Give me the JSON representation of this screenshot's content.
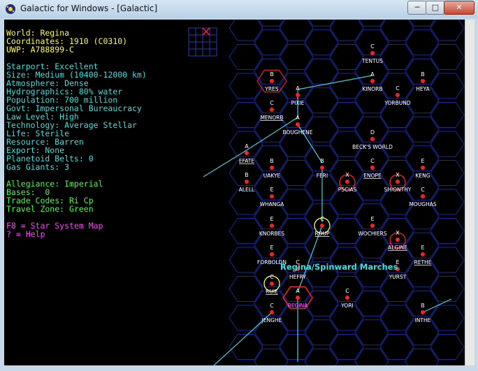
{
  "window": {
    "title": "Galactic for Windows - [Galactic]",
    "controls": {
      "minimize": "─",
      "maximize": "□",
      "close": "✕"
    }
  },
  "info": {
    "world": "World: Regina",
    "coordinates": "Coordinates: 1910 (C0310)",
    "uwp": "UWP: A788899-C",
    "starport": "Starport: Excellent",
    "size": "Size: Medium (10400-12000 km)",
    "atmosphere": "Atmosphere: Dense",
    "hydrographics": "Hydrographics: 80% water",
    "population": "Population: 700 million",
    "govt": "Govt: Impersonal Bureaucracy",
    "law": "Law Level: High",
    "technology": "Technology: Average Stellar",
    "life": "Life: Sterile",
    "resource": "Resource: Barren",
    "export": "Export: None",
    "belts": "Planetoid Belts: 0",
    "giants": "Gas Giants: 3",
    "allegiance": "Allegiance: Imperial",
    "bases": "Bases:  0",
    "trade": "Trade Codes: Ri Cp",
    "zone": "Travel Zone: Green",
    "help1": "F8 = Star System Map",
    "help2": "? = Help"
  },
  "map": {
    "region_label": "Regina/Spinward Marches",
    "colors": {
      "hex": "#1a2a9a",
      "world": "#ff2020",
      "label": "#ffffff",
      "route": "#40d0e0",
      "amber": "#ff2020"
    },
    "worlds": [
      {
        "name": "TENTUS",
        "port": "C",
        "underline": false,
        "mark": "none"
      },
      {
        "name": "YRES",
        "port": "B",
        "underline": false,
        "mark": "amber"
      },
      {
        "name": "KINORB",
        "port": "A",
        "underline": false,
        "mark": "none"
      },
      {
        "name": "HEYA",
        "port": "B",
        "underline": false,
        "mark": "none"
      },
      {
        "name": "PIXIE",
        "port": "A",
        "underline": false,
        "mark": "none"
      },
      {
        "name": "YORBUND",
        "port": "C",
        "underline": false,
        "mark": "none"
      },
      {
        "name": "MENORB",
        "port": "C",
        "underline": true,
        "mark": "none"
      },
      {
        "name": "BOUGHENE",
        "port": "A",
        "underline": false,
        "mark": "none"
      },
      {
        "name": "BECK'S WORLD",
        "port": "D",
        "underline": false,
        "mark": "none"
      },
      {
        "name": "EFATE",
        "port": "A",
        "underline": true,
        "mark": "none"
      },
      {
        "name": "UAKYE",
        "port": "B",
        "underline": false,
        "mark": "none"
      },
      {
        "name": "FERI",
        "port": "B",
        "underline": false,
        "mark": "none"
      },
      {
        "name": "ENOPE",
        "port": "C",
        "underline": true,
        "mark": "none"
      },
      {
        "name": "KENG",
        "port": "E",
        "underline": false,
        "mark": "none"
      },
      {
        "name": "ALELL",
        "port": "B",
        "underline": false,
        "mark": "none"
      },
      {
        "name": "PSCIAS",
        "port": "X",
        "underline": false,
        "mark": "red"
      },
      {
        "name": "SHIONTHY",
        "port": "X",
        "underline": false,
        "mark": "red"
      },
      {
        "name": "WHANGA",
        "port": "E",
        "underline": false,
        "mark": "none"
      },
      {
        "name": "MOUGHAS",
        "port": "C",
        "underline": false,
        "mark": "none"
      },
      {
        "name": "KNORBES",
        "port": "E",
        "underline": false,
        "mark": "none"
      },
      {
        "name": "ROUP",
        "port": "C",
        "underline": true,
        "mark": "gas"
      },
      {
        "name": "WOCHIERS",
        "port": "E",
        "underline": false,
        "mark": "none"
      },
      {
        "name": "ALGINE",
        "port": "X",
        "underline": true,
        "mark": "red"
      },
      {
        "name": "FORBOLDN",
        "port": "E",
        "underline": false,
        "mark": "none"
      },
      {
        "name": "RETHE",
        "port": "E",
        "underline": true,
        "mark": "none"
      },
      {
        "name": "HEFRY",
        "port": "C",
        "underline": false,
        "mark": "none"
      },
      {
        "name": "YURST",
        "port": "E",
        "underline": false,
        "mark": "none"
      },
      {
        "name": "RUIE",
        "port": "C",
        "underline": true,
        "mark": "gas"
      },
      {
        "name": "REGINA",
        "port": "A",
        "underline": false,
        "mark": "selected"
      },
      {
        "name": "YORI",
        "port": "C",
        "underline": false,
        "mark": "none"
      },
      {
        "name": "JENGHE",
        "port": "C",
        "underline": false,
        "mark": "none"
      },
      {
        "name": "INTHE",
        "port": "B",
        "underline": false,
        "mark": "none"
      }
    ]
  }
}
